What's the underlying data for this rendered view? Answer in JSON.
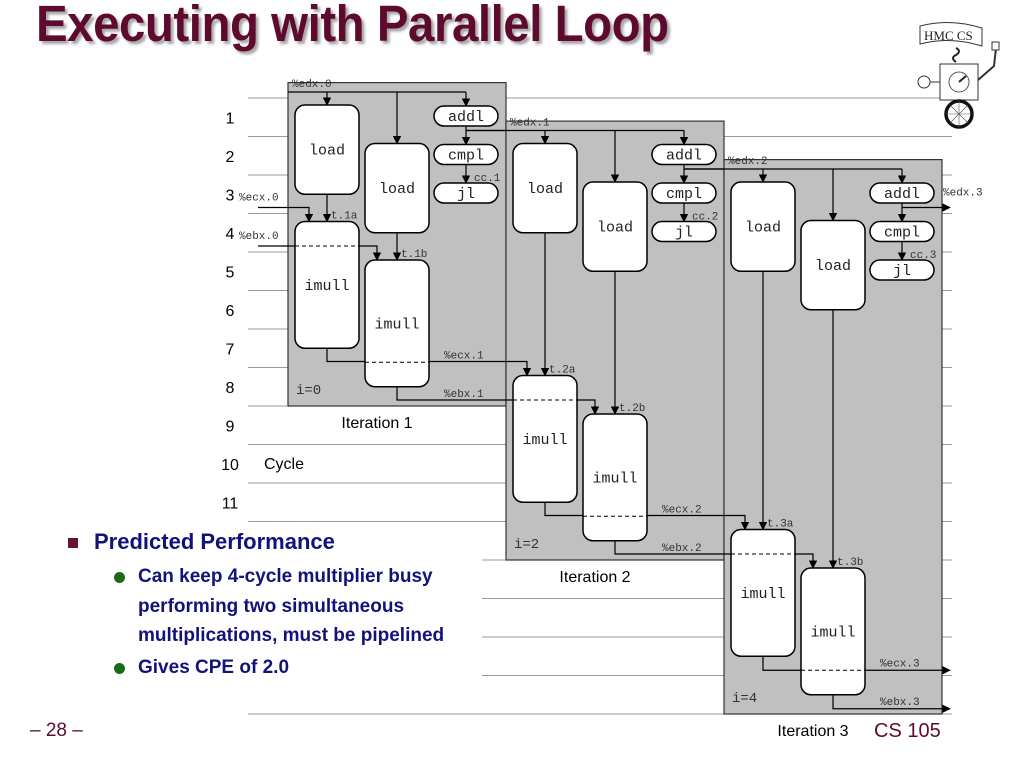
{
  "slide": {
    "title": "Executing with Parallel Loop",
    "page_number": "– 28 –",
    "course": "CS 105",
    "logo_text": "HMC CS",
    "colors": {
      "title": "#5e0a2f",
      "bullet_text": "#12127a",
      "panel_fill": "#c0c0c0",
      "square_bullet": "#6b1237",
      "round_bullet": "#1a6a1a"
    }
  },
  "diagram": {
    "cycle_axis_label": "Cycle",
    "cycles": [
      "1",
      "2",
      "3",
      "4",
      "5",
      "6",
      "7",
      "8",
      "9",
      "10",
      "11"
    ],
    "initial_inputs": {
      "ecx": "%ecx.0",
      "ebx": "%ebx.0"
    },
    "final_edx": "%edx.3",
    "iterations": [
      {
        "label": "Iteration 1",
        "index_label": "i=0",
        "edx_in": "%edx.0",
        "ops": {
          "load_a": "load",
          "load_b": "load",
          "addl": "addl",
          "cmpl": "cmpl",
          "jl": "jl",
          "imull_a": "imull",
          "imull_b": "imull"
        },
        "cc": "cc.1",
        "ta": "t.1a",
        "tb": "t.1b",
        "ecx_out": "%ecx.1",
        "ebx_out": "%ebx.1"
      },
      {
        "label": "Iteration 2",
        "index_label": "i=2",
        "edx_in": "%edx.1",
        "ops": {
          "load_a": "load",
          "load_b": "load",
          "addl": "addl",
          "cmpl": "cmpl",
          "jl": "jl",
          "imull_a": "imull",
          "imull_b": "imull"
        },
        "cc": "cc.2",
        "ta": "t.2a",
        "tb": "t.2b",
        "ecx_out": "%ecx.2",
        "ebx_out": "%ebx.2"
      },
      {
        "label": "Iteration 3",
        "index_label": "i=4",
        "edx_in": "%edx.2",
        "ops": {
          "load_a": "load",
          "load_b": "load",
          "addl": "addl",
          "cmpl": "cmpl",
          "jl": "jl",
          "imull_a": "imull",
          "imull_b": "imull"
        },
        "cc": "cc.3",
        "ta": "t.3a",
        "tb": "t.3b",
        "ecx_out": "%ecx.3",
        "ebx_out": "%ebx.3"
      }
    ]
  },
  "bullets": {
    "heading": "Predicted Performance",
    "items": [
      "Can keep 4-cycle multiplier busy performing two simultaneous multiplications, must be pipelined",
      "Gives CPE of 2.0"
    ]
  }
}
